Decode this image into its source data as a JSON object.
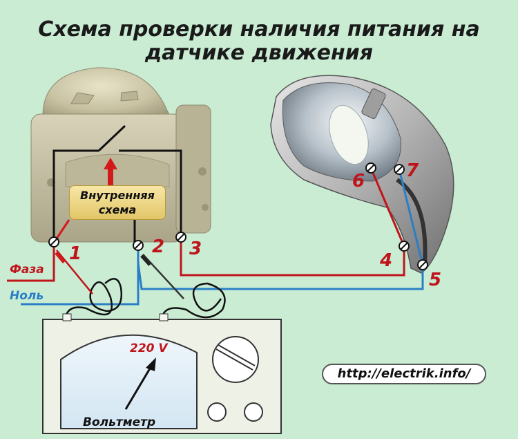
{
  "title": {
    "line1": "Схема проверки наличия питания на",
    "line2": "датчике движения"
  },
  "inner_circuit_label": {
    "line1": "Внутренняя",
    "line2": "схема"
  },
  "wires": {
    "phase": "Фаза",
    "neutral": "Ноль"
  },
  "terminals": [
    "1",
    "2",
    "3",
    "4",
    "5",
    "6",
    "7"
  ],
  "voltmeter": {
    "reading": "220 V",
    "label": "Вольтметр"
  },
  "watermark": "http://electrik.info/",
  "colors": {
    "background": "#c9ecd3",
    "phase_wire": "#c0141b",
    "neutral_wire": "#2a7fc4",
    "internal_wire": "#111111"
  }
}
